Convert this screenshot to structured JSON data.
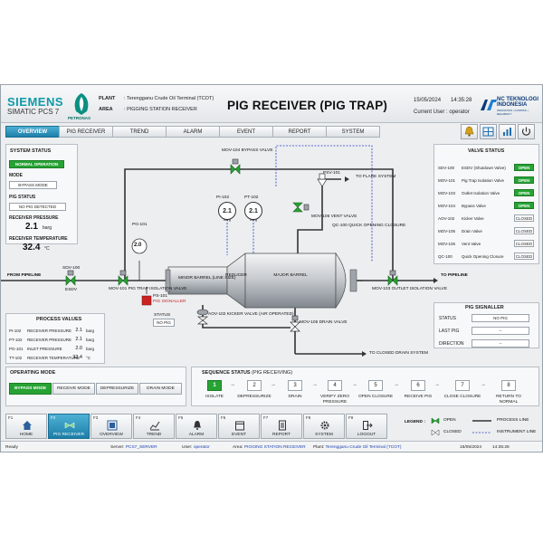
{
  "brand": {
    "siemens": "SIEMENS",
    "system": "SIMATIC PCS 7",
    "owner": "PETRONAS",
    "vendor_line1": "NC TEKNOLOGI",
    "vendor_line2": "INDONESIA",
    "vendor_tagline": "INNOVATION • CONTROL • RELIABILITY"
  },
  "header": {
    "plant_key": "PLANT",
    "plant": "Terengganu Crude Oil Terminal (TCOT)",
    "area_key": "AREA",
    "area": "PIGGING STATION RECEIVER",
    "title": "PIG RECEIVER (PIG TRAP)",
    "date": "15/05/2024",
    "time": "14:35:28",
    "user_label": "Current User :",
    "user": "operator"
  },
  "nav": {
    "tabs": [
      "OVERVIEW",
      "PIG RECEIVER",
      "TREND",
      "ALARM",
      "EVENT",
      "REPORT",
      "SYSTEM"
    ],
    "active": "OVERVIEW"
  },
  "system_status": {
    "title": "SYSTEM STATUS",
    "state": "NORMAL OPERATION",
    "mode_label": "MODE",
    "mode": "BYPASS MODE",
    "pig_label": "PIG STATUS",
    "pig": "NO PIG DETECTED",
    "press_label": "RECEIVER PRESSURE",
    "press": "2.1",
    "press_unit": "barg",
    "temp_label": "RECEIVER TEMPERATURE",
    "temp": "32.4",
    "temp_unit": "°C"
  },
  "process_values": {
    "title": "PROCESS VALUES",
    "rows": [
      {
        "tag": "PI-102",
        "name": "RECEIVER PRESSURE",
        "value": "2.1",
        "unit": "barg"
      },
      {
        "tag": "PT-102",
        "name": "RECEIVER PRESSURE",
        "value": "2.1",
        "unit": "barg"
      },
      {
        "tag": "PG-101",
        "name": "INLET PRESSURE",
        "value": "2.0",
        "unit": "barg"
      },
      {
        "tag": "TT-102",
        "name": "RECEIVER TEMPERATURE",
        "value": "32.4",
        "unit": "°C"
      }
    ]
  },
  "valve_status": {
    "title": "VALVE STATUS",
    "rows": [
      {
        "tag": "SDV-100",
        "name": "ESDV (Shutdown Valve)",
        "state": "OPEN"
      },
      {
        "tag": "MOV-101",
        "name": "Pig Trap Isolation Valve",
        "state": "OPEN"
      },
      {
        "tag": "MOV-103",
        "name": "Outlet Isolation Valve",
        "state": "OPEN"
      },
      {
        "tag": "MOV-104",
        "name": "Bypass Valve",
        "state": "OPEN"
      },
      {
        "tag": "AOV-102",
        "name": "Kicker Valve",
        "state": "CLOSED"
      },
      {
        "tag": "MOV-105",
        "name": "Drain Valve",
        "state": "CLOSED"
      },
      {
        "tag": "MOV-106",
        "name": "Vent Valve",
        "state": "CLOSED"
      },
      {
        "tag": "QC-100",
        "name": "Quick Opening Closure",
        "state": "CLOSED"
      }
    ]
  },
  "pig_signaller": {
    "title": "PIG SIGNALLER",
    "status_label": "STATUS",
    "status": "NO PIG",
    "last_label": "LAST PIG",
    "last": "--",
    "dir_label": "DIRECTION",
    "dir": "--"
  },
  "operating_mode": {
    "title": "OPERATING MODE",
    "buttons": [
      "BYPASS MODE",
      "RECEIVE MODE",
      "DEPRESSURIZE",
      "DRAIN MODE"
    ],
    "active": "BYPASS MODE"
  },
  "sequence": {
    "title": "SEQUENCE STATUS",
    "subtitle": "(PIG RECEIVING)",
    "steps": [
      {
        "n": "1",
        "label": "ISOLATE"
      },
      {
        "n": "2",
        "label": "DEPRESSURIZE"
      },
      {
        "n": "3",
        "label": "DRAIN"
      },
      {
        "n": "4",
        "label": "VERIFY ZERO PRESSURE"
      },
      {
        "n": "5",
        "label": "OPEN CLOSURE"
      },
      {
        "n": "6",
        "label": "RECEIVE PIG"
      },
      {
        "n": "7",
        "label": "CLOSE CLOSURE"
      },
      {
        "n": "8",
        "label": "RETURN TO NORMAL"
      }
    ],
    "active_step": "1"
  },
  "diagram": {
    "from_pipeline": "FROM PIPELINE",
    "to_pipeline": "TO PIPELINE",
    "to_flare": "TO FLARE SYSTEM",
    "to_drain": "TO CLOSED DRAIN SYSTEM",
    "minor_barrel": "MINOR BARREL (LINE SIZE)",
    "reducer": "REDUCER",
    "major_barrel": "MAJOR BARREL",
    "esdv_tag": "SDV-100",
    "esdv": "ESDV",
    "mov101": "MOV-101 PIG TRAP ISOLATION VALVE",
    "mov103": "MOV-103 OUTLET ISOLATION VALVE",
    "mov104": "MOV-104 BYPASS VALVE",
    "mov105": "MOV-105 DRAIN VALVE",
    "mov106": "MOV-106 VENT VALVE",
    "aov102": "AOV-102 KICKER VALVE (AIR OPERATED)",
    "psv101": "PSV-101",
    "qc100": "QC-100 QUICK OPENING CLOSURE",
    "ps101": "PS-101",
    "ps101_desc": "PIG SIGNALLER",
    "ps_status_label": "STATUS",
    "ps_status": "NO PIG",
    "pg101_tag": "PG-101",
    "pg101_val": "2.0",
    "pi102_tag": "PI-102",
    "pi102_val": "2.1",
    "pi102_unit": "barg",
    "pt102_tag": "PT-102",
    "pt102_val": "2.1",
    "pt102_unit": "barg"
  },
  "footer": {
    "keys": [
      {
        "key": "F1",
        "label": "HOME",
        "icon": "home-icon"
      },
      {
        "key": "F2",
        "label": "PIG RECEIVER",
        "icon": "valve-icon"
      },
      {
        "key": "F3",
        "label": "OVERVIEW",
        "icon": "overview-icon"
      },
      {
        "key": "F4",
        "label": "TREND",
        "icon": "trend-icon"
      },
      {
        "key": "F5",
        "label": "ALARM",
        "icon": "bell-icon"
      },
      {
        "key": "F6",
        "label": "EVENT",
        "icon": "event-icon"
      },
      {
        "key": "F7",
        "label": "REPORT",
        "icon": "report-icon"
      },
      {
        "key": "F8",
        "label": "SYSTEM",
        "icon": "gear-icon"
      },
      {
        "key": "F9",
        "label": "LOGOUT",
        "icon": "logout-icon"
      }
    ],
    "legend_title": "LEGEND :",
    "legend_open": "OPEN",
    "legend_closed": "CLOSED",
    "legend_process": "PROCESS LINE",
    "legend_instrument": "INSTRUMENT LINE"
  },
  "statusbar": {
    "ready": "Ready",
    "server_label": "Server:",
    "server": "PCS7_SERVER",
    "user_label": "User:",
    "user": "operator",
    "area_label": "Area:",
    "area": "PIGGING STATION RECEIVER",
    "plant_label": "Plant:",
    "plant": "Terengganu Crude Oil Terminal (TCOT)",
    "date": "15/05/2024",
    "time": "14:35:28"
  },
  "colors": {
    "open": "#27a334",
    "active_tab": "#1c7fa8",
    "siemens": "#0f9aa8",
    "instrument_line": "#2a3fc4",
    "signaller": "#cc2222"
  }
}
